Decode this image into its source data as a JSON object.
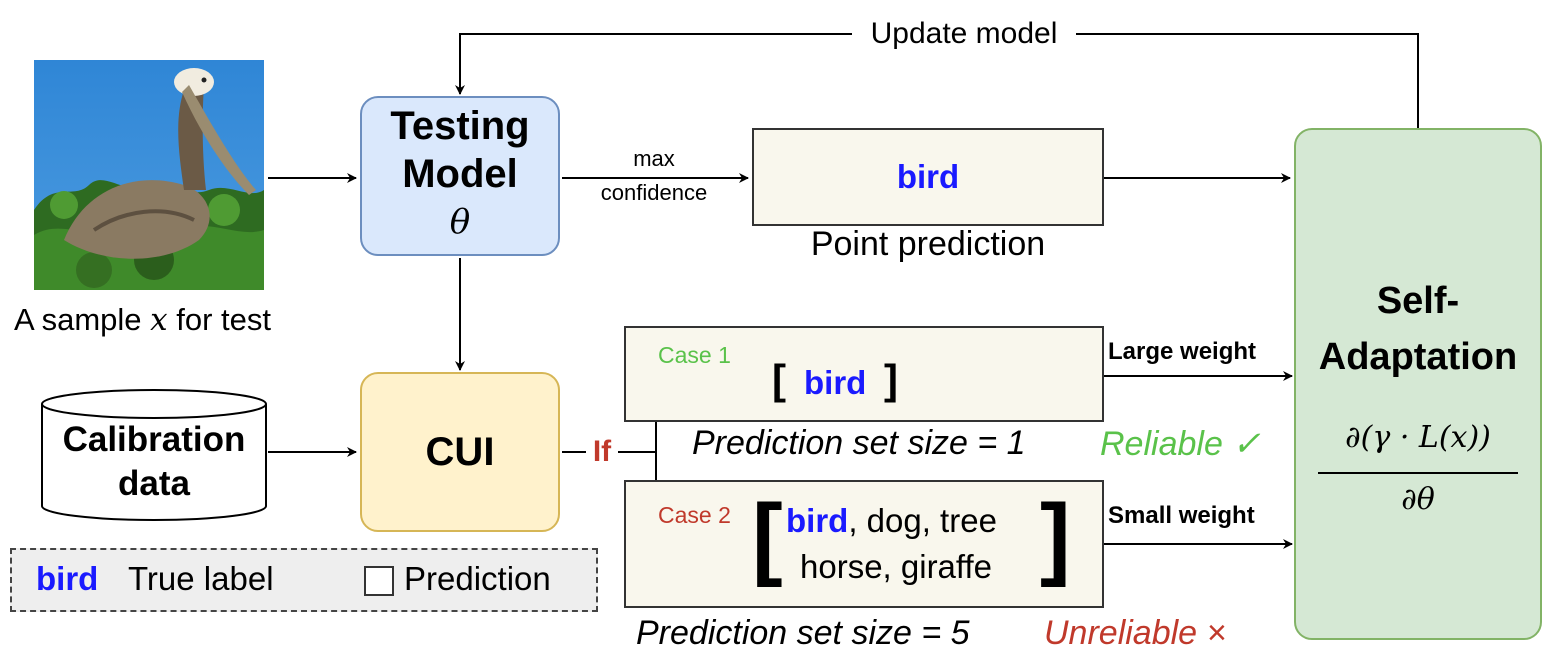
{
  "colors": {
    "true_label": "#1a1aff",
    "reliable": "#5ac24a",
    "unreliable": "#c0392b",
    "testing_fill": "#dae8fc",
    "testing_border": "#6c8ebf",
    "cui_fill": "#fff2cc",
    "cui_border": "#d6b656",
    "adapt_fill": "#d5e8d4",
    "adapt_border": "#82b366",
    "pred_fill": "#f9f7ed",
    "legend_fill": "#eeeeee"
  },
  "sample": {
    "image_icon": "pelican-image",
    "caption_pre": "A sample ",
    "caption_var": "x",
    "caption_post": " for test"
  },
  "testing_model": {
    "line1": "Testing",
    "line2": "Model",
    "param": "θ"
  },
  "edge_labels": {
    "max_confidence_1": "max",
    "max_confidence_2": "confidence",
    "update_model": "Update model",
    "if": "If"
  },
  "point_prediction": {
    "label": "bird",
    "caption": "Point prediction"
  },
  "cui": {
    "label": "CUI"
  },
  "calibration": {
    "line1": "Calibration",
    "line2": "data"
  },
  "legend": {
    "true_label_word": "bird",
    "true_label_text": "True label",
    "prediction_text": "Prediction"
  },
  "case1": {
    "tag": "Case 1",
    "open_bracket": "[",
    "label": "bird",
    "close_bracket": "]",
    "set_size": "Prediction set size = 1",
    "verdict": "Reliable ✓",
    "weight": "Large weight"
  },
  "case2": {
    "tag": "Case 2",
    "open_bracket": "[",
    "label_true": "bird",
    "rest_line1": ", dog, tree",
    "line2": "horse, giraffe",
    "close_bracket": "]",
    "set_size": "Prediction set size = 5",
    "verdict": "Unreliable ×",
    "weight": "Small weight"
  },
  "self_adaptation": {
    "line1": "Self-",
    "line2": "Adaptation",
    "numerator": "∂(γ · L(x))",
    "denominator": "∂θ"
  }
}
